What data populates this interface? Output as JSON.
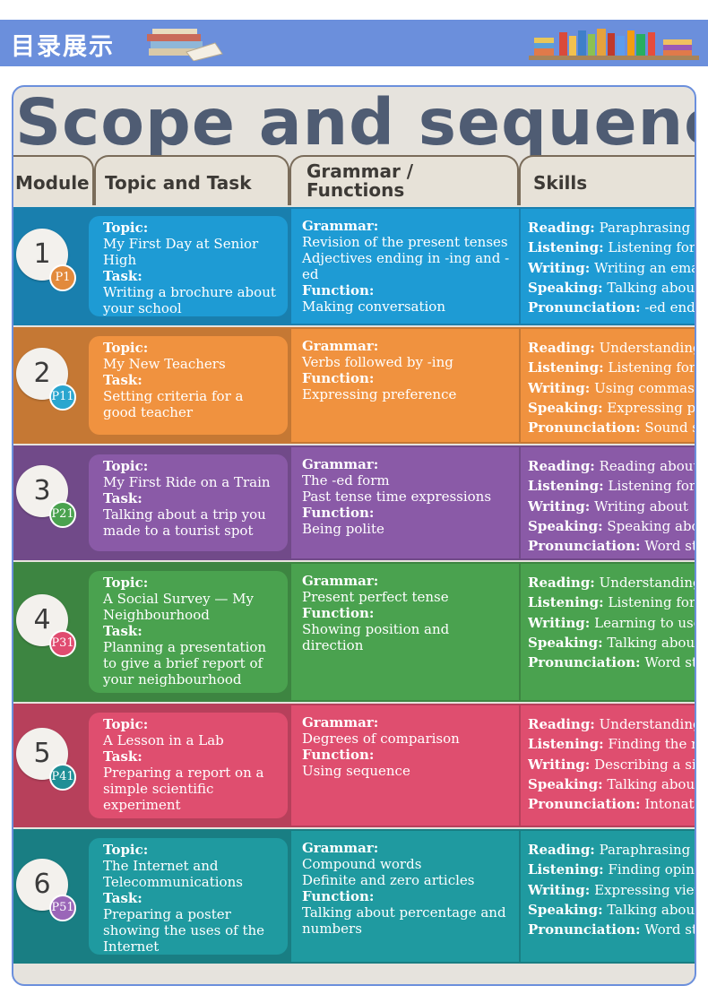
{
  "banner": {
    "title": "目录展示"
  },
  "scope": {
    "title": "Scope and sequenc",
    "headers": {
      "module": "Module",
      "topic": "Topic and Task",
      "grammar_1": "Grammar /",
      "grammar_2": "Functions",
      "skills": "Skills"
    }
  },
  "labels": {
    "topic": "Topic:",
    "task": "Task:",
    "grammar": "Grammar:",
    "function": "Function:",
    "reading": "Reading:",
    "listening": "Listening:",
    "writing": "Writing:",
    "speaking": "Speaking:",
    "pronunciation": "Pronunciation:"
  },
  "colors": {
    "banner": "#6b8fdc",
    "m1": "#1e9bd4",
    "m2": "#f0923f",
    "m3": "#8a5aa7",
    "m4": "#4aa24f",
    "m5": "#df4e6f",
    "m6": "#1f9aa0"
  },
  "modules": [
    {
      "num": "1",
      "page": "P1",
      "topic": "My First Day at Senior High",
      "task": "Writing a brochure about your school",
      "grammar_1": "Revision of the present tenses",
      "grammar_2": "Adjectives ending in -ing and -ed",
      "function": "Making conversation",
      "reading": "Paraphrasing and r",
      "listening": "Listening for at",
      "writing": "Writing an email",
      "speaking": "Talking about di",
      "pronunciation": "-ed ending"
    },
    {
      "num": "2",
      "page": "P11",
      "topic": "My New Teachers",
      "task": "Setting criteria for a good teacher",
      "grammar_1": "Verbs followed by -ing",
      "grammar_2": "",
      "function": "Expressing preference",
      "reading": "Understanding h",
      "listening": "Listening for sp",
      "writing": "Using commas",
      "speaking": "Expressing pref",
      "pronunciation": "Sound stre"
    },
    {
      "num": "3",
      "page": "P21",
      "topic": "My First Ride on a Train",
      "task": "Talking about a trip you made to a tourist spot",
      "grammar_1": "The -ed form",
      "grammar_2": "Past tense time expressions",
      "function": "Being polite",
      "reading": "Reading about",
      "listening": "Listening for",
      "writing": "Writing about",
      "speaking": "Speaking about",
      "pronunciation": "Word stres"
    },
    {
      "num": "4",
      "page": "P31",
      "topic": "A Social Survey — My Neighbourhood",
      "task": "Planning a presentation to give a brief report of your neighbourhood",
      "grammar_1": "Present perfect tense",
      "grammar_2": "",
      "function": "Showing position and direction",
      "reading": "Understanding h",
      "listening": "Listening for",
      "writing": "Learning to use a",
      "speaking": "Talking about",
      "pronunciation": "Word stres"
    },
    {
      "num": "5",
      "page": "P41",
      "topic": "A Lesson in a Lab",
      "task": "Preparing a report on a simple scientific experiment",
      "grammar_1": "Degrees of comparison",
      "grammar_2": "",
      "function": "Using sequence",
      "reading": "Understanding a sc",
      "listening": "Finding the main",
      "writing": "Describing a simple s",
      "speaking": "Talking about nu",
      "pronunciation": "Intonation in qu"
    },
    {
      "num": "6",
      "page": "P51",
      "topic": "The Internet and Telecommunications",
      "task": "Preparing a poster showing the uses of the Internet",
      "grammar_1": "Compound words",
      "grammar_2": "Definite and zero articles",
      "function": "Talking about percentage and numbers",
      "reading": "Paraphrasing",
      "listening": "Finding opinions",
      "writing": "Expressing views",
      "speaking": "Talking about adva",
      "pronunciation": "Word stres"
    }
  ]
}
